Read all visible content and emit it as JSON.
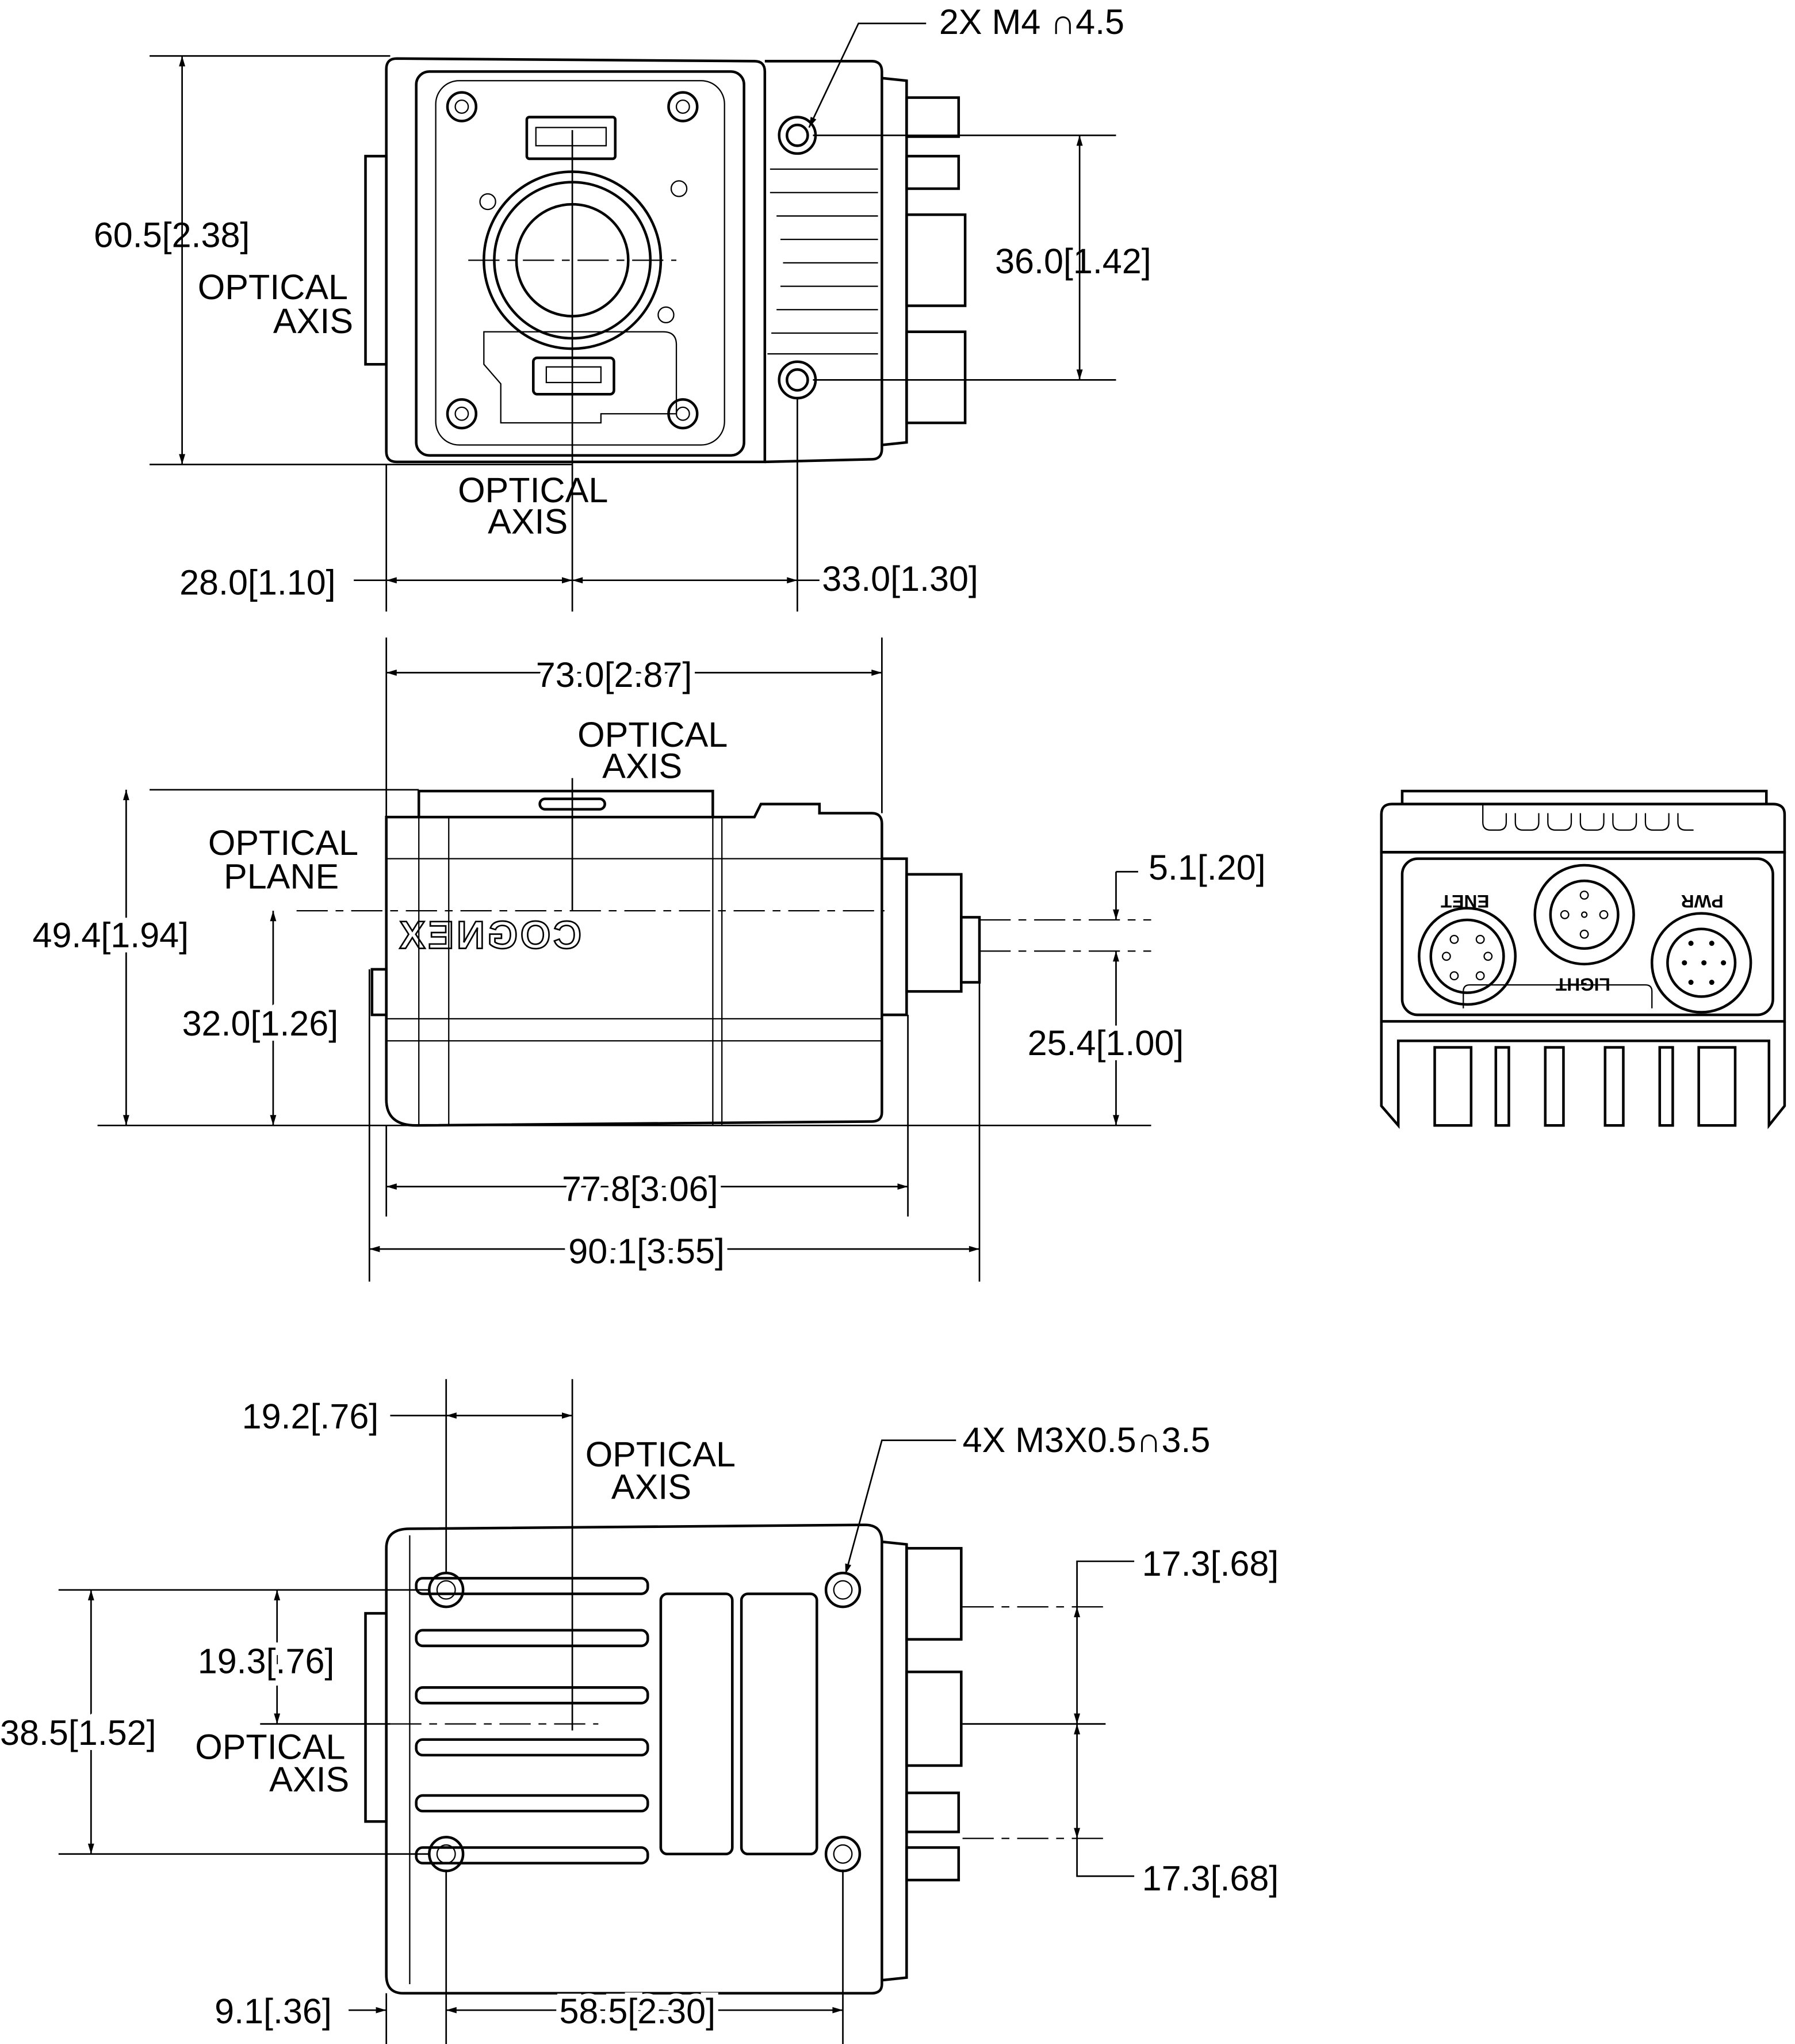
{
  "title": "Camera dimension drawing",
  "front_view": {
    "height_dim": "60.5[2.38]",
    "hole_spacing_dim": "36.0[1.42]",
    "hole_callout": "2X M4 ∩4.5",
    "optical_axis_left": [
      "OPTICAL",
      "AXIS"
    ],
    "optical_axis_bottom": [
      "OPTICAL",
      "AXIS"
    ],
    "left_offset_dim": "28.0[1.10]",
    "right_offset_dim": "33.0[1.30]"
  },
  "side_view": {
    "width_dim": "73.0[2.87]",
    "optical_axis": [
      "OPTICAL",
      "AXIS"
    ],
    "optical_plane": [
      "OPTICAL",
      "PLANE"
    ],
    "height_dim": "49.4[1.94]",
    "axis_height_dim": "32.0[1.26]",
    "connector_offset_dim": "5.1[.20]",
    "connector_height_dim": "25.4[1.00]",
    "length_dim": "77.8[3.06]",
    "overall_length_dim": "90.1[3.55]",
    "logo": "COGNEX"
  },
  "end_view": {
    "connectors": [
      "ENET",
      "LIGHT",
      "PWR"
    ]
  },
  "bottom_view": {
    "axis_offset_dim": "19.2[.76]",
    "optical_axis_top": [
      "OPTICAL",
      "AXIS"
    ],
    "hole_callout": "4X M3X0.5∩3.5",
    "upper_hole_dim": "17.3[.68]",
    "lower_hole_dim": "17.3[.68]",
    "axis_vertical_dim": "19.3[.76]",
    "hole_spacing_vertical_dim": "38.5[1.52]",
    "optical_axis_left": [
      "OPTICAL",
      "AXIS"
    ],
    "edge_offset_dim": "9.1[.36]",
    "hole_spacing_horizontal_dim": "58.5[2.30]"
  }
}
